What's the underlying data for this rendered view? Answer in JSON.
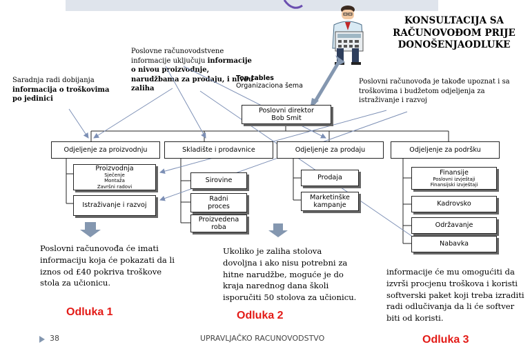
{
  "header": {
    "title": "KONSULTACIJA SA RAČUNOVOĐOM PRIJE DONOŠENJAODLUKE",
    "title_lines": [
      "KONSULTACIJA SA",
      "RAČUNOVOĐOM PRIJE",
      "DONOŠENJAODLUKE"
    ]
  },
  "notes": {
    "left_plain": "Saradnja radi dobijanja",
    "left_bold": "informacija o troškovima po jedinici",
    "middle_plain": "Poslovne računovodstvene informacije uključuju",
    "middle_bold": "informacije o nivou proizvodnje, narudžbama za prodaju, i nivou zaliha",
    "right": "Poslovni računovođa je takođe upoznat i sa troškovima i budžetom odjeljenja za istraživanje i razvoj"
  },
  "org_chart": {
    "caption_title": "Top tables",
    "caption_sub": "Organizaciona šema",
    "director_title": "Poslovni direktor",
    "director_name": "Bob Smit",
    "departments": [
      {
        "name": "Odjeljenje za proizvodnju",
        "units": [
          {
            "name": "Proizvodnja",
            "sub": [
              "Sječenje",
              "Montaža",
              "Završni radovi"
            ]
          },
          {
            "name": "Istraživanje i razvoj",
            "sub": []
          }
        ]
      },
      {
        "name": "Skladište i prodavnice",
        "units": [
          {
            "name": "Sirovine",
            "sub": []
          },
          {
            "name": "Radni proces",
            "sub": []
          },
          {
            "name": "Proizvedena roba",
            "sub": []
          }
        ]
      },
      {
        "name": "Odjeljenje za prodaju",
        "units": [
          {
            "name": "Prodaja",
            "sub": []
          },
          {
            "name": "Marketinške kampanje",
            "sub": []
          }
        ]
      },
      {
        "name": "Odjeljenje za podršku",
        "units": [
          {
            "name": "Finansije",
            "sub": [
              "Poslovni izvještaji",
              "Finansijski izvještaji"
            ]
          },
          {
            "name": "Kadrovsko",
            "sub": []
          },
          {
            "name": "Održavanje",
            "sub": []
          },
          {
            "name": "Nabavka",
            "sub": []
          }
        ]
      }
    ]
  },
  "outcomes": [
    {
      "text": "Poslovni računovođa će imati informaciju koja će pokazati da li iznos od £40 pokriva troškove stola za učionicu.",
      "decision": "Odluka 1"
    },
    {
      "text": "Ukoliko je zaliha stolova dovoljna i ako nisu potrebni za hitne narudžbe, moguće je do kraja narednog dana školi isporučiti 50 stolova za učionicu.",
      "decision": "Odluka 2"
    },
    {
      "text": "informacije će mu omogućiti da izvrši procjenu troškova i koristi softverski paket koji treba izraditi radi odlučivanja da li će softver biti od koristi.",
      "decision": "Odluka 3"
    }
  ],
  "footer": {
    "page_number": "38",
    "course": "UPRAVLJAČKO RACUNOVODSTVO"
  },
  "colors": {
    "decision": "#e31b17",
    "arrow_fill": "#8497b0",
    "bullet": "#8497b0",
    "connector": "#7c8fb5"
  }
}
